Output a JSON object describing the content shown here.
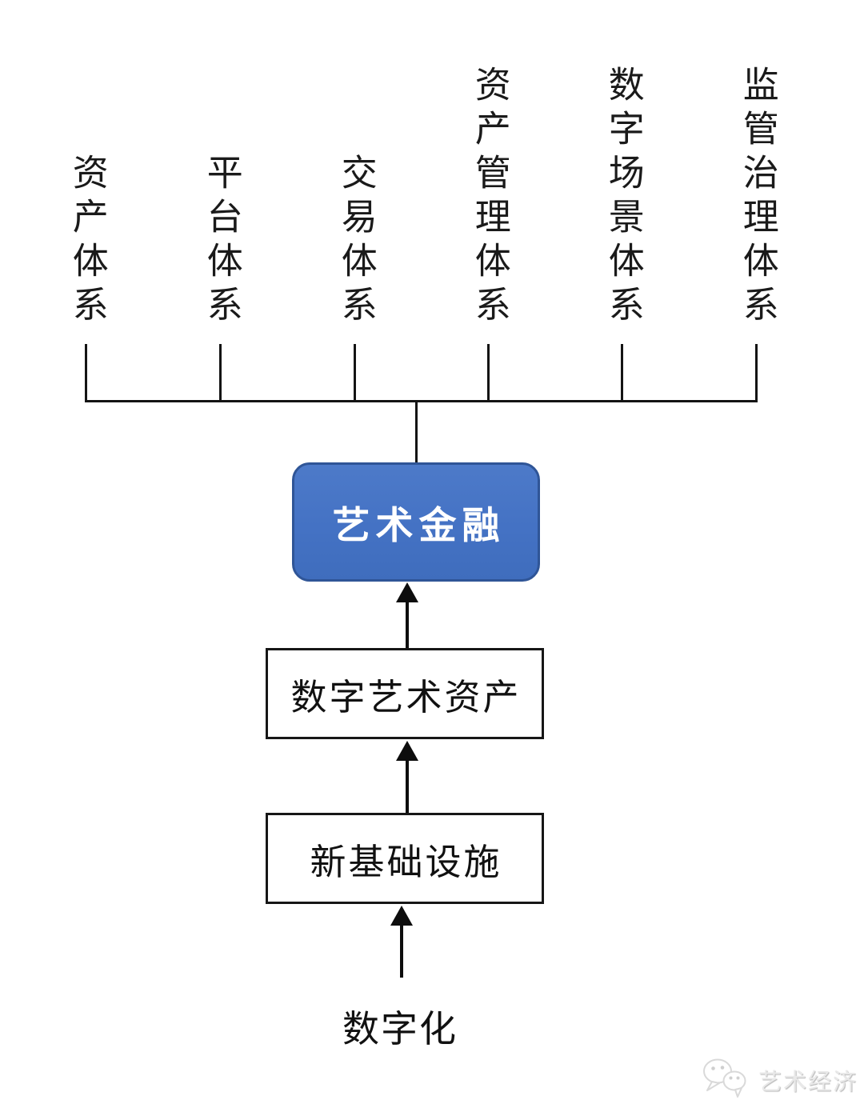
{
  "diagram": {
    "top_systems": [
      {
        "id": "asset-system",
        "label": "资产体系"
      },
      {
        "id": "platform-system",
        "label": "平台体系"
      },
      {
        "id": "trading-system",
        "label": "交易体系"
      },
      {
        "id": "asset-management-system",
        "label": "资产管理体系"
      },
      {
        "id": "digital-scene-system",
        "label": "数字场景体系"
      },
      {
        "id": "regulatory-governance-system",
        "label": "监管治理体系"
      }
    ],
    "center_node": {
      "label": "艺术金融"
    },
    "flow_nodes": [
      {
        "id": "digital-art-assets",
        "label": "数字艺术资产"
      },
      {
        "id": "new-infrastructure",
        "label": "新基础设施"
      }
    ],
    "source_label": "数字化",
    "colors": {
      "center_fill": "#4472C4",
      "center_border": "#2F5597",
      "center_text": "#FFFFFF",
      "line": "#141414",
      "box_border": "#161616",
      "text": "#1A1A1A"
    }
  },
  "watermark": {
    "label": "艺术经济",
    "icon": "wechat-icon",
    "color": "#E9E9E9"
  }
}
